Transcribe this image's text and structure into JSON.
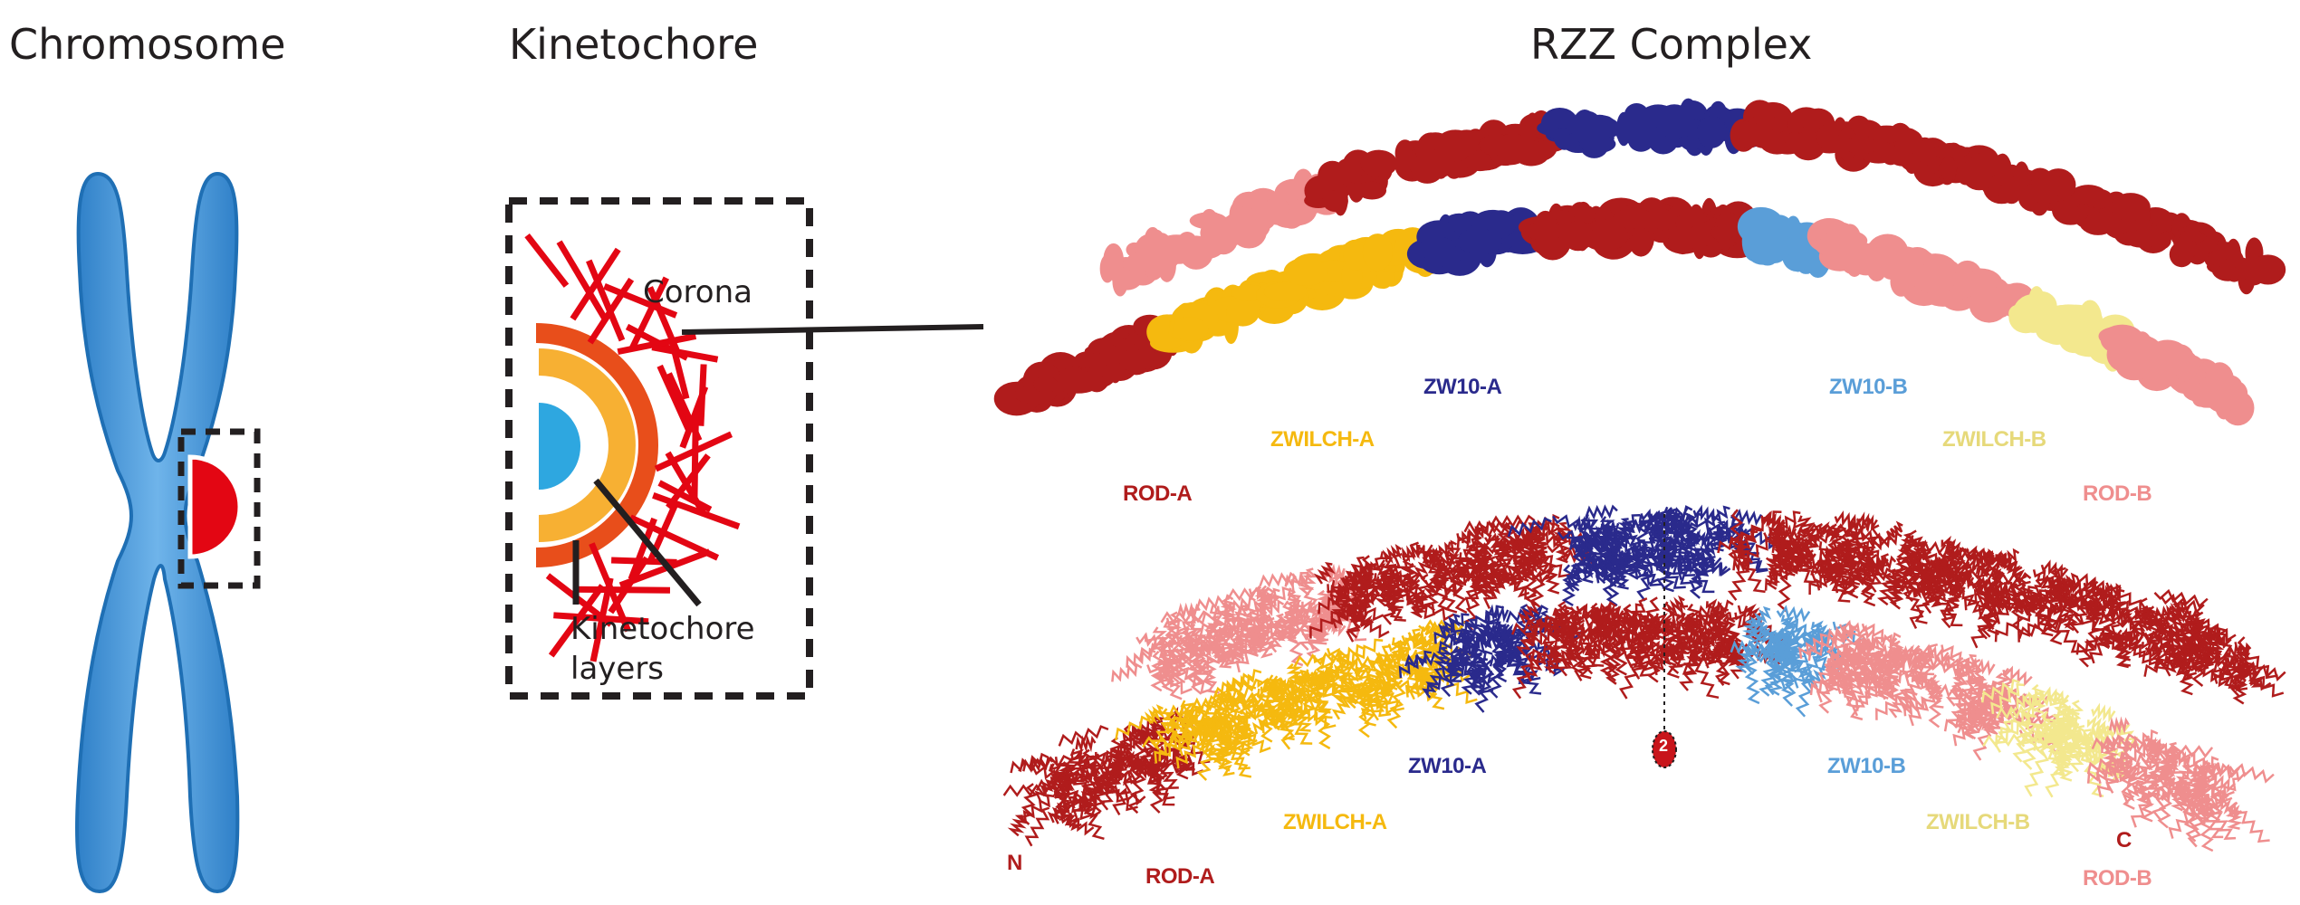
{
  "panels": {
    "chromosome": {
      "title": "Chromosome"
    },
    "kinetochore": {
      "title": "Kinetochore",
      "corona_label": "Corona",
      "layers_label_line1": "Kinetochore",
      "layers_label_line2": "layers"
    },
    "rzz": {
      "title": "RZZ Complex"
    }
  },
  "density_map_labels": {
    "rod_a": "ROD-A",
    "zwilch_a": "ZWILCH-A",
    "zw10_a": "ZW10-A",
    "zw10_b": "ZW10-B",
    "zwilch_b": "ZWILCH-B",
    "rod_b": "ROD-B"
  },
  "model_labels": {
    "n_term": "N",
    "rod_a": "ROD-A",
    "zwilch_a": "ZWILCH-A",
    "zw10_a": "ZW10-A",
    "symmetry": "2",
    "zw10_b": "ZW10-B",
    "zwilch_b": "ZWILCH-B",
    "c_term": "C",
    "rod_b": "ROD-B"
  },
  "colors": {
    "rod_a": "#b01c1c",
    "rod_b": "#ef8e8e",
    "zwilch_a": "#f5b90f",
    "zwilch_b": "#f3e88e",
    "zw10_a": "#2a2a8c",
    "zw10_b": "#5a9ed8",
    "chromosome": "#3a8fd6",
    "corona": "#e30613",
    "outer_layer": "#e84e1b",
    "inner_layer": "#f7b033",
    "core": "#2ea7e0"
  }
}
